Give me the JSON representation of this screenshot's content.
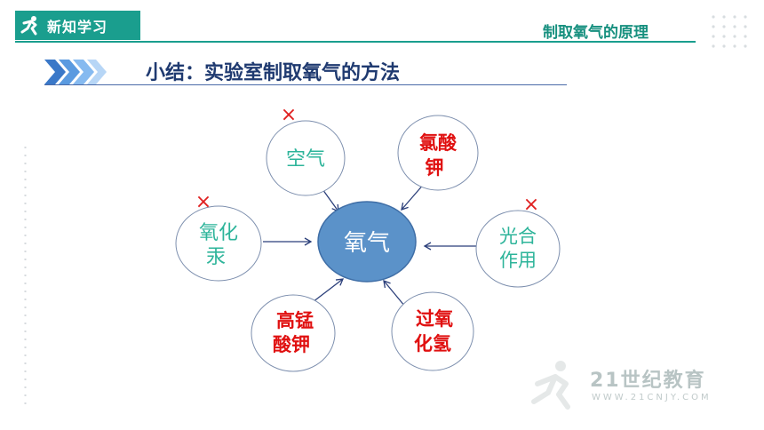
{
  "header": {
    "badge_label": "新知学习",
    "section_title": "制取氧气的原理"
  },
  "summary": {
    "title": "小结：实验室制取氧气的方法"
  },
  "diagram": {
    "center": {
      "label": "氧气",
      "fill": "#5b92c9"
    },
    "nodes": [
      {
        "id": "air",
        "lines": [
          "空气"
        ],
        "color": "#2db49a",
        "bold": false,
        "crossed": true
      },
      {
        "id": "kclo3",
        "lines": [
          "氯酸",
          "钾"
        ],
        "color": "#e01010",
        "bold": true,
        "crossed": false
      },
      {
        "id": "hgo",
        "lines": [
          "氧化",
          "汞"
        ],
        "color": "#2db49a",
        "bold": false,
        "crossed": true
      },
      {
        "id": "photosynthesis",
        "lines": [
          "光合",
          "作用"
        ],
        "color": "#2db49a",
        "bold": false,
        "crossed": true
      },
      {
        "id": "kmno4",
        "lines": [
          "高锰",
          "酸钾"
        ],
        "color": "#e01010",
        "bold": true,
        "crossed": false
      },
      {
        "id": "h2o2",
        "lines": [
          "过氧",
          "化氢"
        ],
        "color": "#e01010",
        "bold": true,
        "crossed": false
      }
    ],
    "cross_mark": "×",
    "cross_color": "#e02020"
  },
  "watermark": {
    "text": "21世纪教育",
    "sub": "WWW.21CNJY.COM"
  }
}
